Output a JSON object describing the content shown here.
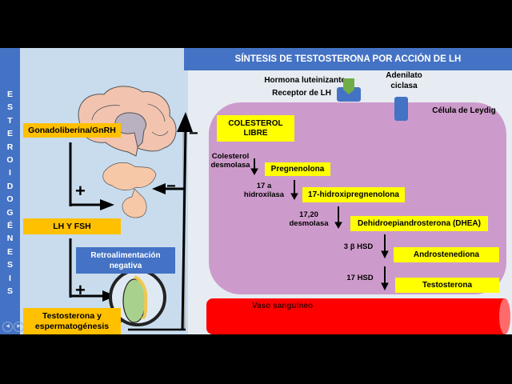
{
  "sidebar": {
    "vertical_title": "ESTEROIDOGÉNESIS",
    "nav_prev_icon": "◀",
    "nav_next_icon": "▶"
  },
  "left_diagram": {
    "gnrh_label": "Gonadoliberina/GnRH",
    "lh_fsh_label": "LH Y FSH",
    "retro_label": "Retroalimentación negativa",
    "testosterone_label": "Testosterona y espermatogénesis",
    "plus_sign_1": "+",
    "plus_sign_2": "+",
    "minus_sign_1": "−",
    "minus_sign_2": "−"
  },
  "main": {
    "title": "SÍNTESIS DE TESTOSTERONA POR ACCIÓN DE LH",
    "lh_hormone_label": "Hormona luteinizante",
    "lh_receptor_label": "Receptor de LH",
    "adenylate_label": "Adenilato ciclasa",
    "cell_label": "Célula de Leydig",
    "vessel_label": "Vaso sanguíneo",
    "pathway": [
      {
        "compound": "COLESTEROL LIBRE",
        "enzyme": ""
      },
      {
        "compound": "Pregnenolona",
        "enzyme": "Colesterol desmolasa"
      },
      {
        "compound": "17-hidroxipregnenolona",
        "enzyme": "17 a hidroxilasa"
      },
      {
        "compound": "Dehidroepiandrosterona (DHEA)",
        "enzyme": "17,20 desmolasa"
      },
      {
        "compound": "Androstenediona",
        "enzyme": "3 β HSD"
      },
      {
        "compound": "Testosterona",
        "enzyme": "17 HSD"
      }
    ]
  },
  "colors": {
    "title_blue": "#4472c4",
    "orange_label": "#ffc000",
    "yellow_box": "#ffff00",
    "cell_purple": "#cd9bcb",
    "vessel_red": "#ff0000",
    "receptor_blue": "#4472c4",
    "lh_green": "#70ad47"
  }
}
